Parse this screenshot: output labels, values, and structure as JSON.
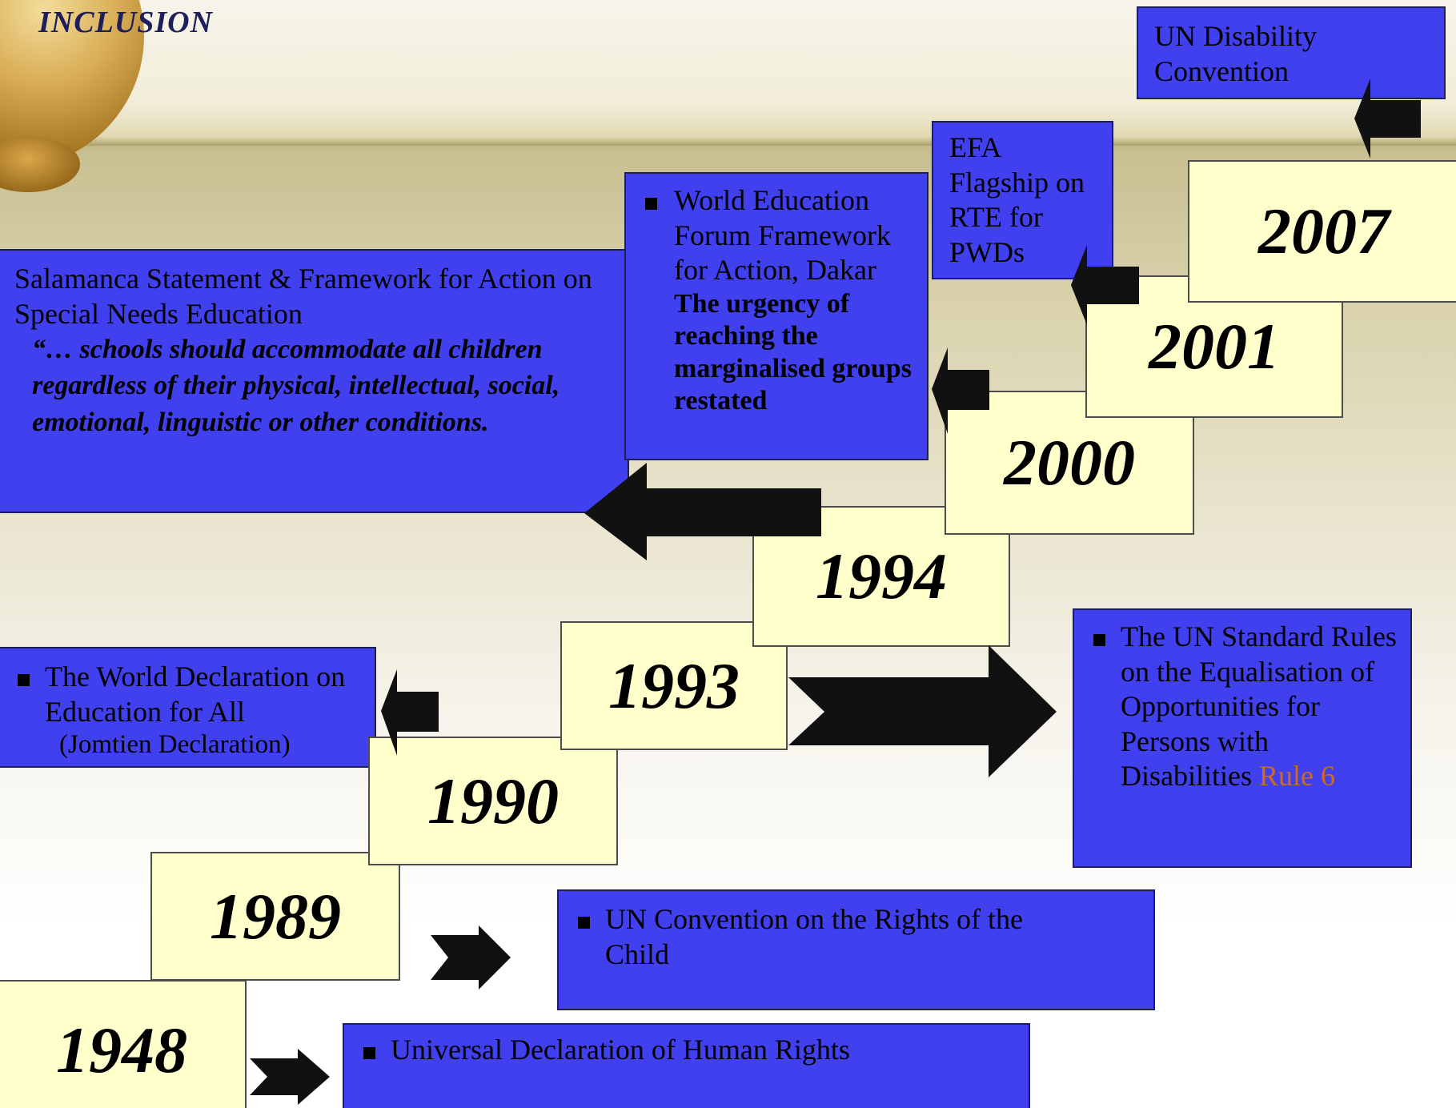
{
  "title": "INCLUSION",
  "years": [
    "1948",
    "1989",
    "1990",
    "1993",
    "1994",
    "2000",
    "2001",
    "2007"
  ],
  "events": {
    "udhr": "Universal Declaration of Human Rights",
    "crc": "UN Convention on the Rights of the Child",
    "jomtien_line1": "The World Declaration on Education for All",
    "jomtien_line2": "(Jomtien Declaration)",
    "standard_rules": "The UN Standard Rules on the Equalisation of Opportunities for Persons with Disabilities",
    "standard_rules_highlight": "Rule 6",
    "salamanca_title": "Salamanca Statement & Framework for Action on Special Needs Education",
    "salamanca_quote": "“… schools should accommodate all children regardless of their physical, intellectual, social, emotional, linguistic or other conditions.",
    "dakar": "World Education Forum Framework for Action, Dakar",
    "dakar_bold": "The urgency of reaching the marginalised groups restated",
    "efa_flagship": "EFA Flagship on RTE for PWDs",
    "un_convention": "UN Disability Convention"
  },
  "colors": {
    "box": "#4040ee",
    "year": "#ffffcc",
    "highlight": "#cc6a1f",
    "title": "#1e1e5c"
  }
}
